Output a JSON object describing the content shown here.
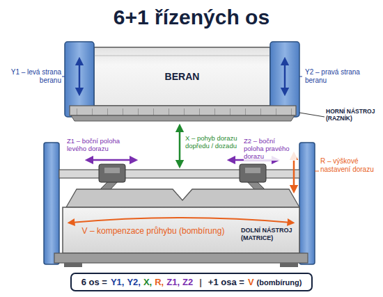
{
  "diagram": {
    "title": "6+1 řízených os",
    "nodes": [
      {
        "text": [
          "BERAN"
        ]
      },
      {
        "text": [
          "V – kompenzace průhybu (bombírung)",
          "DOLNÍ NÁSTROJ (MATRICE)"
        ]
      },
      {
        "text": [
          "6 os =",
          "Y1,",
          "Y2,",
          "X,",
          "R,",
          "Z1,",
          "Z2",
          "|",
          "+1 osa =",
          "V",
          "(bombírung)"
        ]
      }
    ],
    "labels": [
      "Y1 – levá strana beranu",
      "Y2 – pravá strana beranu",
      "HORNÍ NÁSTROJ (RAZNÍK)",
      "Z1 – boční poloha levého dorazu",
      "X – pohyb dorazu dopředu / dozadu",
      "Z2 – boční poloha pravého dorazu",
      "R – výškové nastavení dorazu"
    ]
  }
}
